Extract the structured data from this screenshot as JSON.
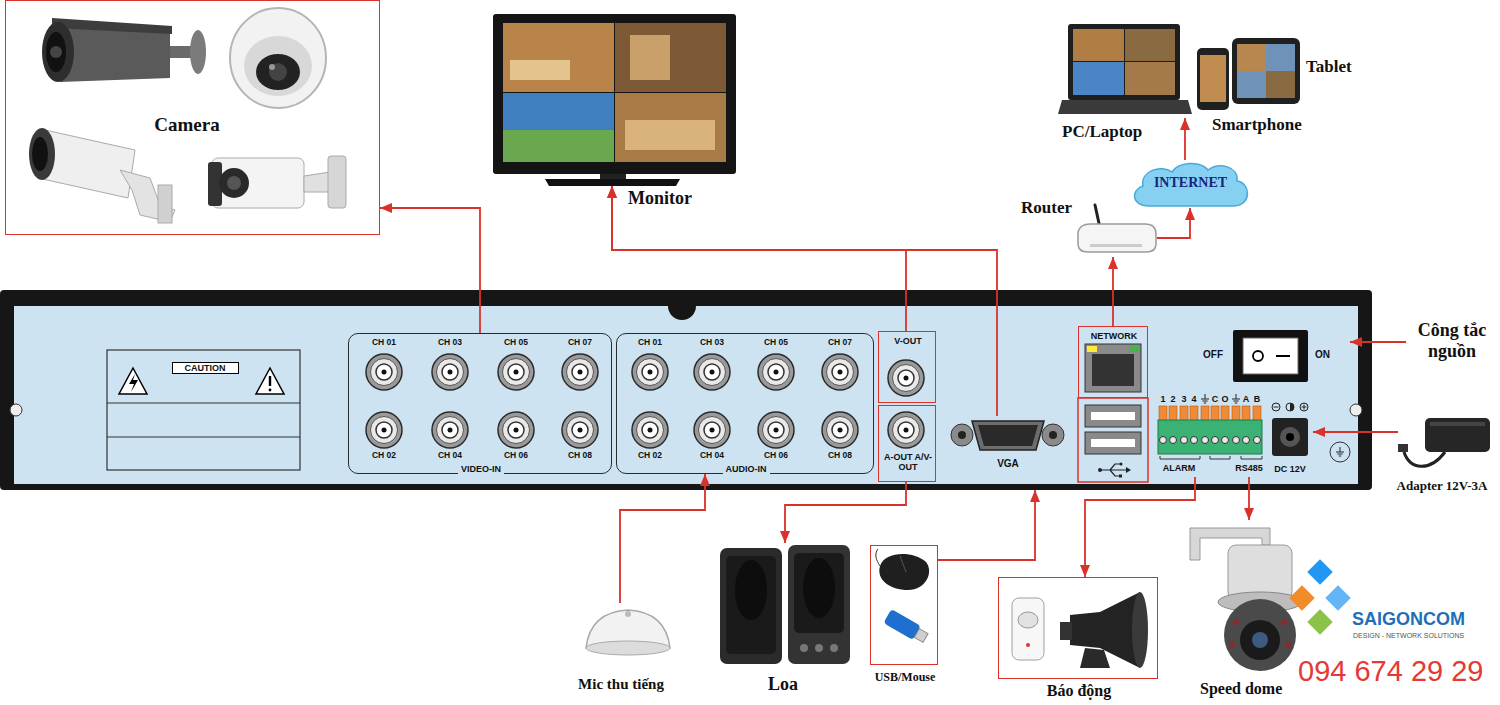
{
  "diagram": {
    "nodes": [
      {
        "text": [
          "Camera"
        ]
      },
      {
        "text": [
          "Monitor"
        ]
      },
      {
        "text": [
          "PC/Laptop"
        ]
      },
      {
        "text": [
          "Smartphone"
        ]
      },
      {
        "text": [
          "Tablet"
        ]
      },
      {
        "text": [
          "INTERNET"
        ]
      },
      {
        "text": [
          "Router"
        ]
      },
      {
        "text": [
          "CAUTION"
        ]
      },
      {
        "text": [
          "VIDEO-IN"
        ],
        "in": 7
      },
      {
        "text": [
          "AUDIO-IN"
        ],
        "in": 7
      },
      {
        "text": [
          "V-OUT"
        ],
        "in": 7
      },
      {
        "text": [
          "A-OUT A/V-OUT"
        ],
        "in": 7
      },
      {
        "text": [
          "VGA"
        ],
        "in": 7
      },
      {
        "text": [
          "NETWORK"
        ],
        "in": 7
      },
      {
        "text": [
          "ALARM"
        ],
        "in": 7
      },
      {
        "text": [
          "RS485"
        ],
        "in": 7
      },
      {
        "text": [
          "DC 12V"
        ],
        "in": 7
      },
      {
        "text": [
          "OFF",
          "ON"
        ],
        "in": 7
      },
      {
        "text": [
          "Công tắc nguồn"
        ]
      },
      {
        "text": [
          "Adapter 12V-3A"
        ]
      },
      {
        "text": [
          "Mic thu tiếng"
        ]
      },
      {
        "text": [
          "Loa"
        ]
      },
      {
        "text": [
          "USB/Mouse"
        ]
      },
      {
        "text": [
          "Báo động"
        ]
      },
      {
        "text": [
          "Speed dome"
        ]
      }
    ],
    "edges": [
      {
        "from": 8,
        "to": 0,
        "arrow": "to"
      },
      {
        "from": 10,
        "to": 1,
        "arrow": "to"
      },
      {
        "from": 12,
        "to": 1,
        "arrow": "to"
      },
      {
        "from": 13,
        "to": 6,
        "arrow": "to"
      },
      {
        "from": 6,
        "to": 5,
        "arrow": "to"
      },
      {
        "from": 5,
        "to": 2,
        "arrow": "to"
      },
      {
        "from": 18,
        "to": 17,
        "arrow": "to"
      },
      {
        "from": 19,
        "to": 16,
        "arrow": "to"
      },
      {
        "from": 20,
        "to": 9,
        "arrow": "to"
      },
      {
        "from": 11,
        "to": 21,
        "arrow": "to"
      },
      {
        "from": 22,
        "to": 7,
        "arrow": "to"
      },
      {
        "from": 14,
        "to": 23,
        "arrow": "to"
      },
      {
        "from": 15,
        "to": 24,
        "arrow": "to"
      }
    ],
    "labels": [
      "CH 01",
      "CH 03",
      "CH 05",
      "CH 07",
      "CH 02",
      "CH 04",
      "CH 06",
      "CH 08",
      "CH 01",
      "CH 03",
      "CH 05",
      "CH 07",
      "CH 02",
      "CH 04",
      "CH 06",
      "CH 08",
      "1",
      "2",
      "3",
      "4",
      "C",
      "O",
      "A",
      "B",
      "SAIGONCOM",
      "DESIGN - NETWORK SOLUTIONS",
      "094 674 29 29"
    ]
  }
}
